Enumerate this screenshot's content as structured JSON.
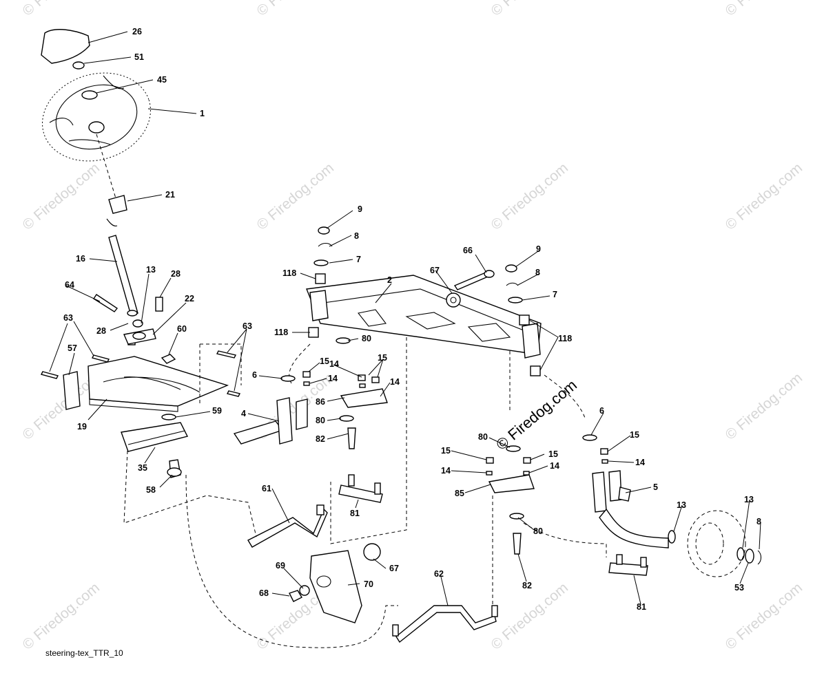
{
  "diagram": {
    "caption": "steering-tex_TTR_10",
    "watermark": "© Firedog.com",
    "watermark_color": "#d6d6d6",
    "line_color": "#000000",
    "labels": [
      "26",
      "51",
      "45",
      "1",
      "21",
      "16",
      "13",
      "28",
      "64",
      "22",
      "28",
      "60",
      "63",
      "63",
      "57",
      "19",
      "59",
      "35",
      "58",
      "9",
      "8",
      "7",
      "118",
      "2",
      "66",
      "67",
      "9",
      "8",
      "7",
      "118",
      "118",
      "80",
      "6",
      "15",
      "14",
      "14",
      "15",
      "14",
      "86",
      "4",
      "80",
      "82",
      "80",
      "15",
      "15",
      "14",
      "14",
      "85",
      "6",
      "15",
      "14",
      "5",
      "13",
      "13",
      "8",
      "53",
      "80",
      "82",
      "81",
      "61",
      "81",
      "67",
      "70",
      "69",
      "68",
      "62"
    ]
  }
}
